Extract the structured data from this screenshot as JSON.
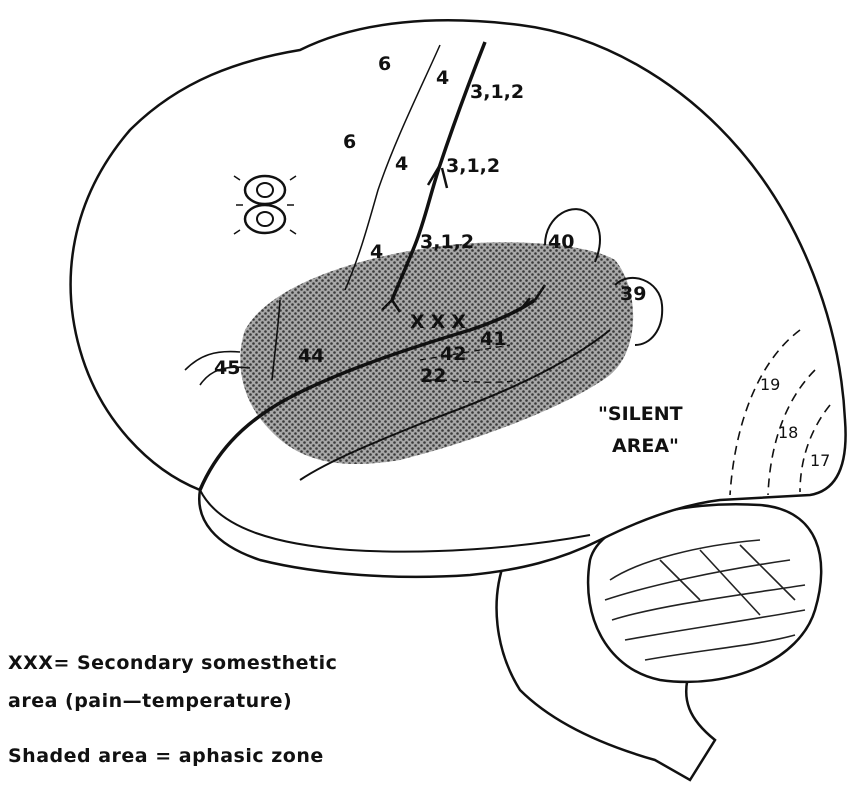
{
  "labels": {
    "area_6_top": "6",
    "area_4_top": "4",
    "area_312_top": "3,1,2",
    "area_6_mid": "6",
    "area_4_mid": "4",
    "area_312_mid": "3,1,2",
    "area_4_low": "4",
    "area_312_low": "3,1,2",
    "area_40": "40",
    "area_39": "39",
    "xxx": "XXX",
    "area_41": "41",
    "area_42": "42",
    "area_22": "22",
    "area_44": "44",
    "area_45": "45",
    "silent_line1": "\"SILENT",
    "silent_line2": "AREA\"",
    "area_19": "19",
    "area_18": "18",
    "area_17": "17"
  },
  "legend": {
    "xxx_line1": "XXX= Secondary  somesthetic",
    "xxx_line2": "area (pain—temperature)",
    "shaded": "Shaded area = aphasic  zone"
  }
}
